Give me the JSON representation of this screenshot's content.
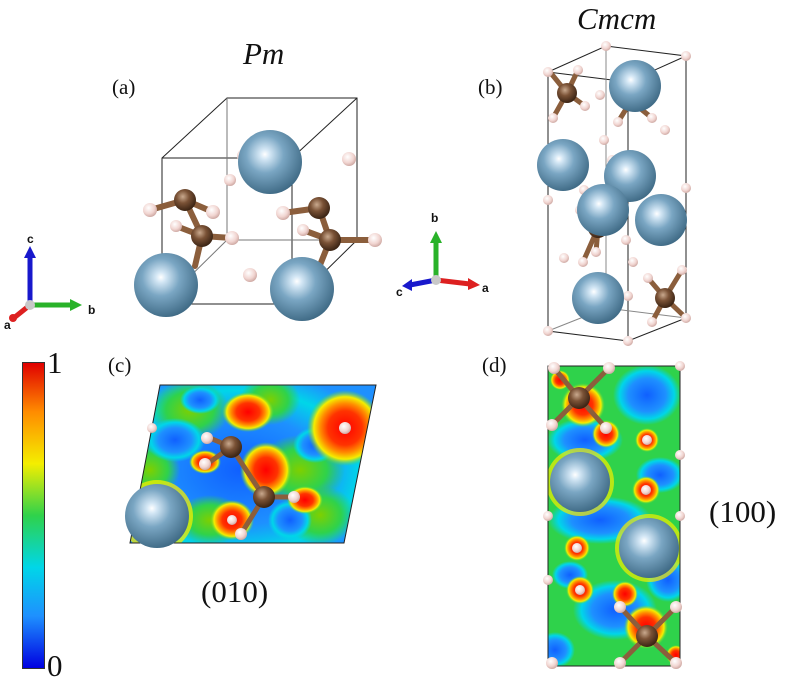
{
  "titles": {
    "left": "Pm",
    "right": "Cmcm"
  },
  "panels": {
    "a": "(a)",
    "b": "(b)",
    "c": "(c)",
    "d": "(d)"
  },
  "planes": {
    "c": "(010)",
    "d": "(100)"
  },
  "colorbar": {
    "max": "1",
    "min": "0",
    "stops": [
      "#e00000",
      "#ff8c00",
      "#f4ee00",
      "#2fd24b",
      "#00d6e8",
      "#1e90ff",
      "#0000e0"
    ]
  },
  "axes_left": {
    "c": "c",
    "b": "b",
    "a": "a"
  },
  "axes_right": {
    "b": "b",
    "c": "c",
    "a": "a"
  },
  "colors": {
    "metal": "#5f8fae",
    "carbon": "#7a5236",
    "hydrogen": "#f1d5d1",
    "axis_x": "#dd2020",
    "axis_y": "#29b229",
    "axis_z": "#1818cc"
  }
}
